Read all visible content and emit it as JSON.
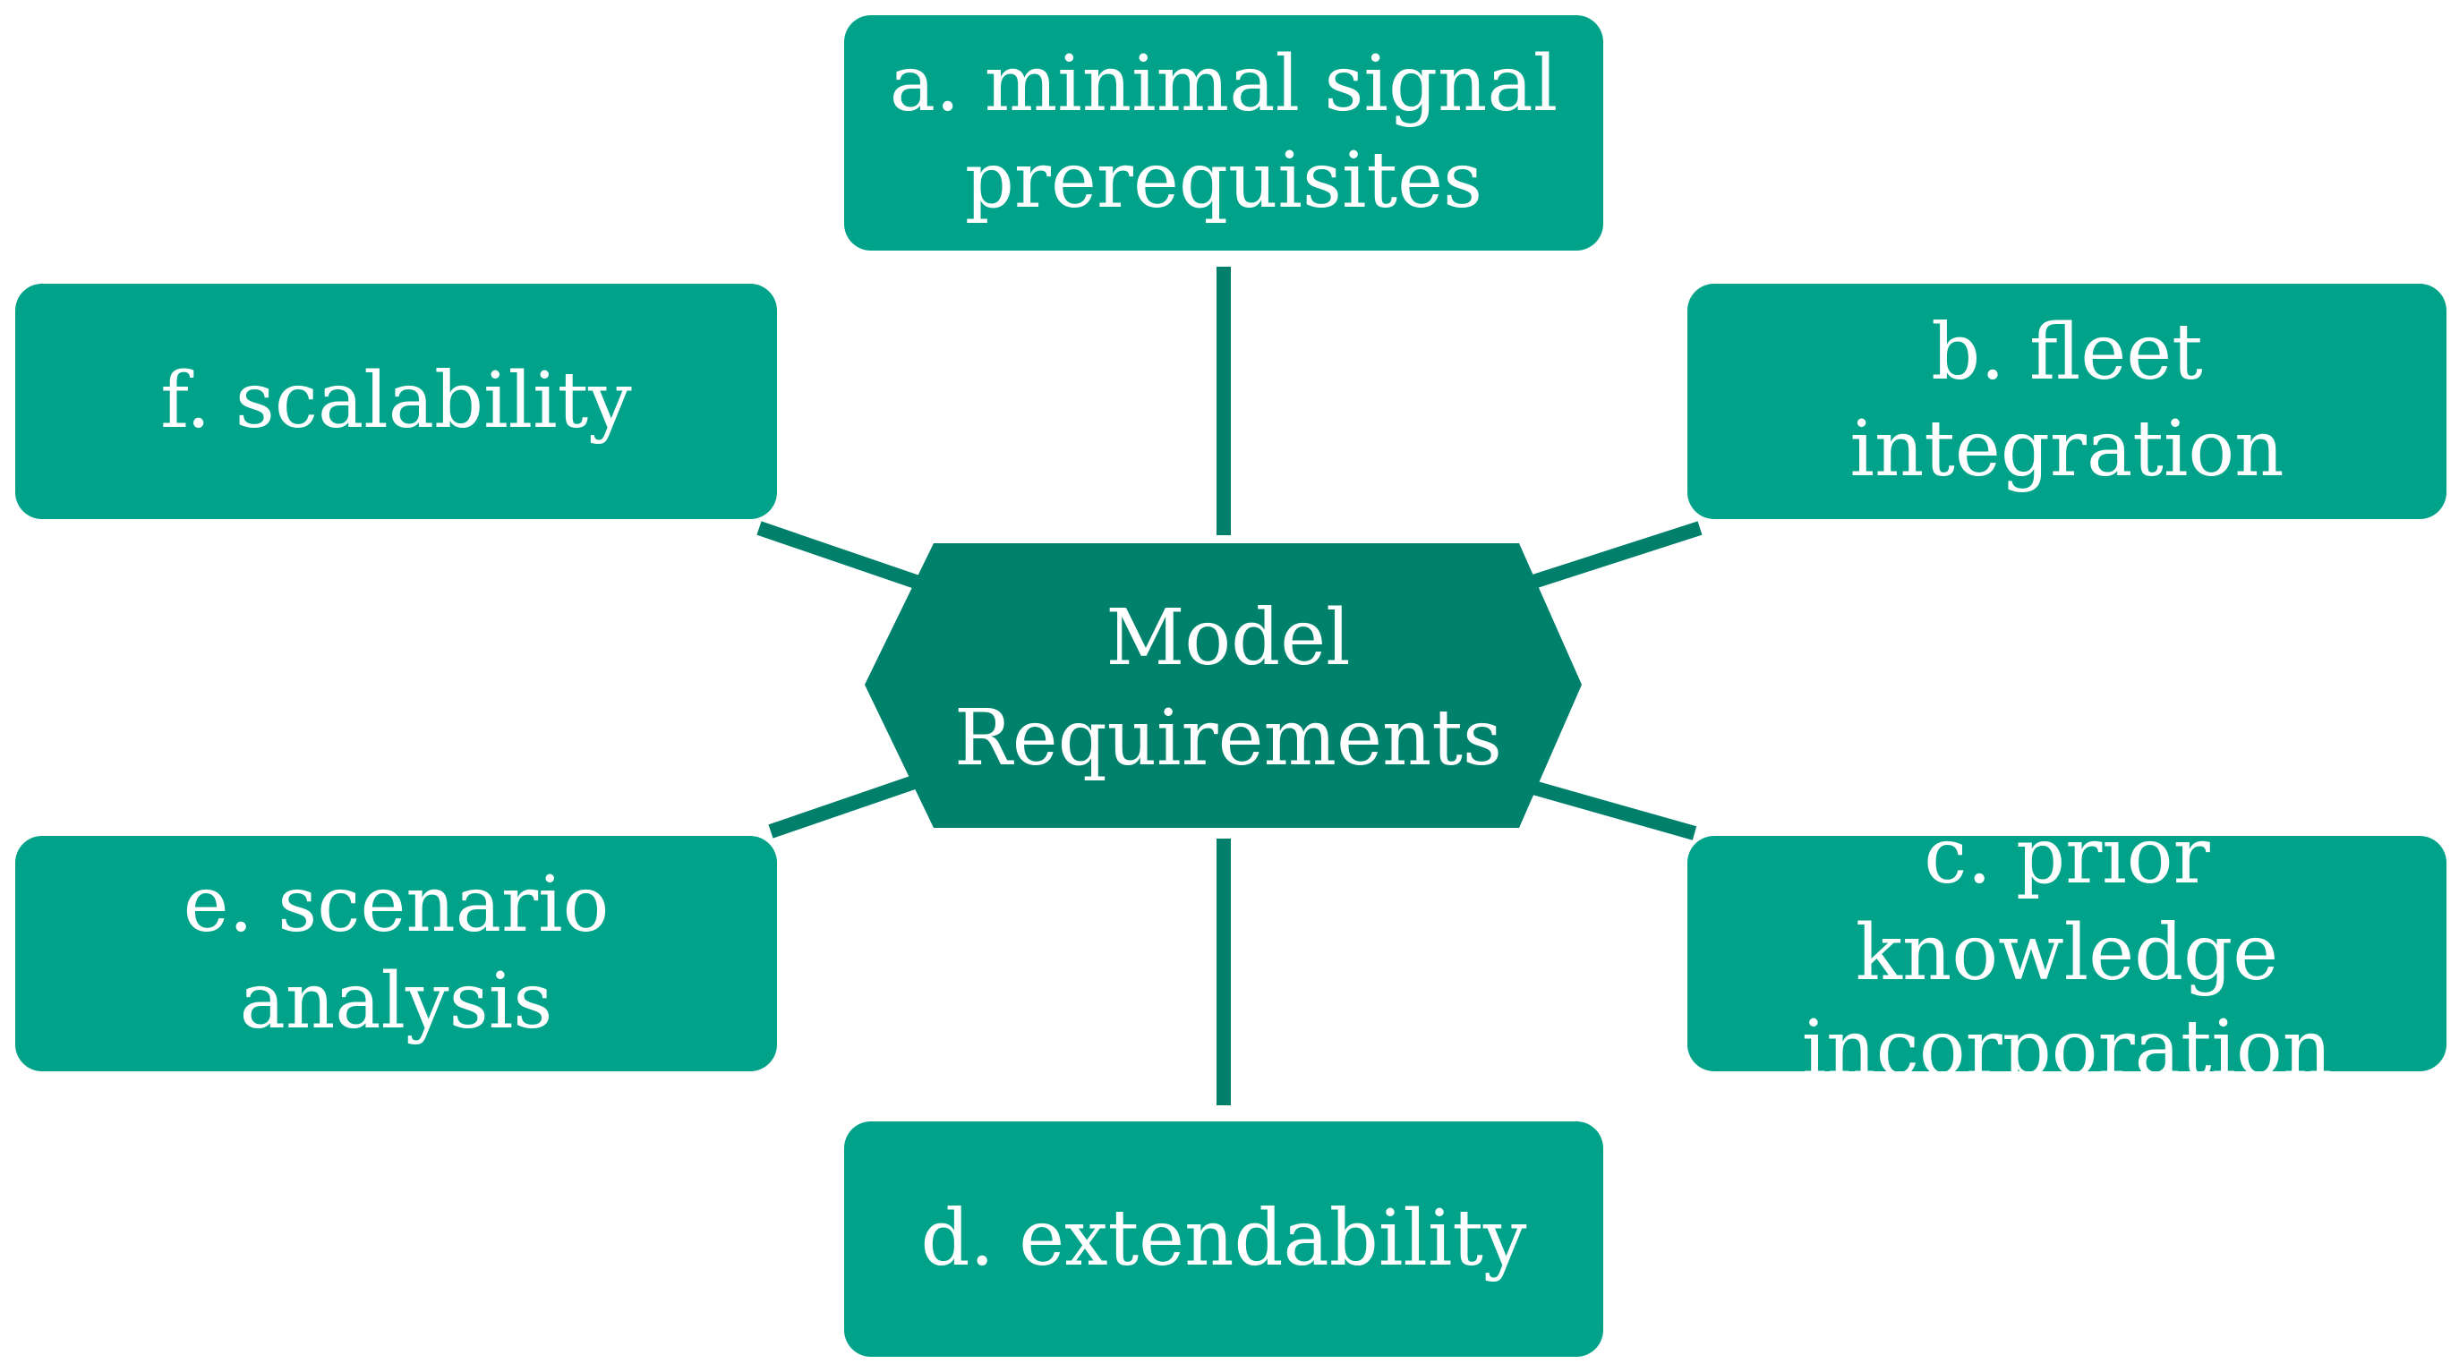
{
  "diagram": {
    "center": {
      "line1": "Model",
      "line2": "Requirements"
    },
    "nodes": {
      "a": {
        "line1": "a. minimal signal",
        "line2": "prerequisites"
      },
      "b": {
        "line1": "b. fleet integration"
      },
      "c": {
        "line1": "c. prior knowledge",
        "line2": "incorporation"
      },
      "d": {
        "line1": "d. extendability"
      },
      "e": {
        "line1": "e. scenario analysis"
      },
      "f": {
        "line1": "f. scalability"
      }
    },
    "colors": {
      "node_fill": "#00a38a",
      "center_fill": "#00816c",
      "connector": "#007f6a",
      "text": "#ffffff"
    }
  }
}
